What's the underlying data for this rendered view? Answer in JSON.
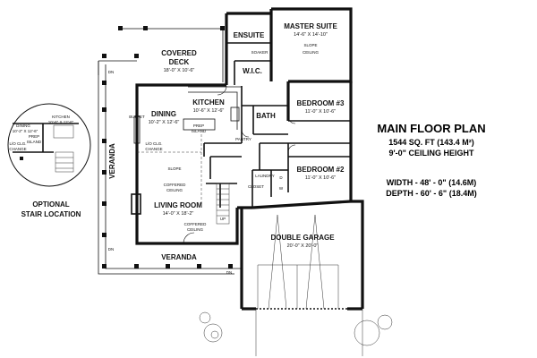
{
  "title": {
    "heading": "MAIN FLOOR PLAN",
    "area": "1544 SQ. FT (143.4 M²)",
    "ceiling": "9'-0\" CEILING HEIGHT",
    "width": "WIDTH - 48' - 0\" (14.6M)",
    "depth": "DEPTH - 60' - 6\" (18.4M)"
  },
  "rooms": {
    "master_suite": {
      "name": "MASTER SUITE",
      "dim": "14'-6\" X 14'-10\""
    },
    "ensuite": {
      "name": "ENSUITE"
    },
    "soaker": {
      "name": "SOAKER"
    },
    "slope_ceiling": {
      "line1": "SLOPE",
      "line2": "CEILING"
    },
    "wic": {
      "name": "W.I.C."
    },
    "covered_deck": {
      "line1": "COVERED",
      "line2": "DECK",
      "dim": "18'-0\" X 10'-6\""
    },
    "kitchen": {
      "name": "KITCHEN",
      "dim": "10'-6\" X 12'-6\""
    },
    "dining": {
      "name": "DINING",
      "dim": "10'-2\" X 12'-6\""
    },
    "bath": {
      "name": "BATH"
    },
    "bedroom3": {
      "name": "BEDROOM #3",
      "dim": "11'-0\" X 10'-6\""
    },
    "bedroom2": {
      "name": "BEDROOM #2",
      "dim": "11'-0\" X 10'-6\""
    },
    "pantry": {
      "name": "PANTRY"
    },
    "prep_island": {
      "line1": "PREP",
      "line2": "ISLAND"
    },
    "living_room": {
      "name": "LIVING ROOM",
      "dim": "14'-0\" X 18'-2\""
    },
    "slope_coffered": {
      "line1": "SLOPE",
      "line2": "COFFERED",
      "line3": "CEILING"
    },
    "coffered": {
      "line1": "COFFERED",
      "line2": "CEILING"
    },
    "clg_change": {
      "line1": "L/O CLG.",
      "line2": "CHANGE"
    },
    "laundry": {
      "name": "LAUNDRY"
    },
    "garage": {
      "name": "DOUBLE GARAGE",
      "dim": "20'-0\" X 20'-0\""
    },
    "veranda_side": {
      "name": "VERANDA"
    },
    "veranda_front": {
      "name": "VERANDA"
    },
    "buffet": {
      "name": "BUFFET"
    },
    "dn": {
      "name": "DN"
    },
    "up": {
      "name": "UP"
    },
    "d": {
      "name": "D"
    },
    "w": {
      "name": "W"
    },
    "closet": {
      "name": "CLOSET"
    }
  },
  "inset": {
    "dining": {
      "name": "DINING",
      "dim": "10'-2\" X 12'-6\""
    },
    "kitchen": {
      "name": "KITCHEN",
      "dim": "10'-6\" X 12'-6\""
    },
    "prep_island": {
      "line1": "PREP",
      "line2": "ISLAND"
    },
    "clg_change": {
      "line1": "L/O CLG.",
      "line2": "CHANGE"
    },
    "caption": {
      "line1": "OPTIONAL",
      "line2": "STAIR LOCATION"
    }
  }
}
